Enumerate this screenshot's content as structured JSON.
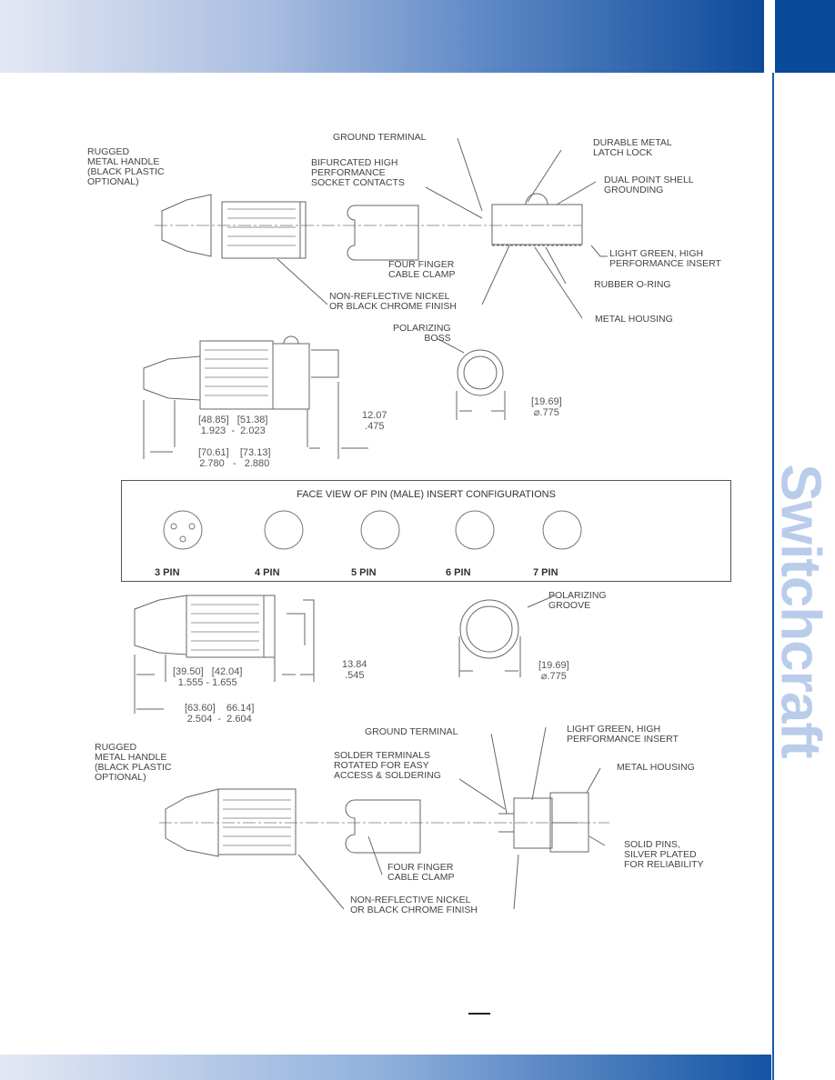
{
  "brand": "Switchcraft",
  "top_assembly": {
    "labels": [
      "RUGGED\nMETAL HANDLE\n(BLACK PLASTIC\nOPTIONAL)",
      "GROUND TERMINAL",
      "BIFURCATED HIGH\nPERFORMANCE\nSOCKET CONTACTS",
      "DURABLE METAL\nLATCH LOCK",
      "DUAL POINT SHELL\nGROUNDING",
      "LIGHT GREEN, HIGH\nPERFORMANCE INSERT",
      "FOUR FINGER\nCABLE CLAMP",
      "RUBBER O-RING",
      "NON-REFLECTIVE NICKEL\nOR BLACK CHROME FINISH",
      "METAL HOUSING"
    ]
  },
  "female_dims": {
    "boss_label": "POLARIZING\nBOSS",
    "handle_len": "[48.85]   [51.38]\n1.923  -  2.023",
    "overall_len": "[70.61]    [73.13]\n2.780   -   2.880",
    "latch": "12.07\n.475",
    "diameter": "[19.69]\n⌀.775"
  },
  "pin_configs": {
    "title": "FACE VIEW OF PIN (MALE) INSERT CONFIGURATIONS",
    "pins": [
      "3 PIN",
      "4 PIN",
      "5 PIN",
      "6 PIN",
      "7 PIN"
    ]
  },
  "male_dims": {
    "groove_label": "POLARIZING\nGROOVE",
    "handle_len": "[39.50]   [42.04]\n1.555 - 1.655",
    "overall_len": "[63.60]    66.14]\n2.504  -  2.604",
    "pin_len": "13.84\n.545",
    "diameter": "[19.69]\n⌀.775"
  },
  "bottom_assembly": {
    "labels": [
      "RUGGED\nMETAL HANDLE\n(BLACK PLASTIC\nOPTIONAL)",
      "GROUND TERMINAL",
      "LIGHT GREEN, HIGH\nPERFORMANCE INSERT",
      "SOLDER TERMINALS\nROTATED FOR EASY\nACCESS & SOLDERING",
      "METAL HOUSING",
      "SOLID PINS,\nSILVER PLATED\nFOR RELIABILITY",
      "FOUR FINGER\nCABLE CLAMP",
      "NON-REFLECTIVE NICKEL\nOR BLACK CHROME FINISH"
    ]
  }
}
